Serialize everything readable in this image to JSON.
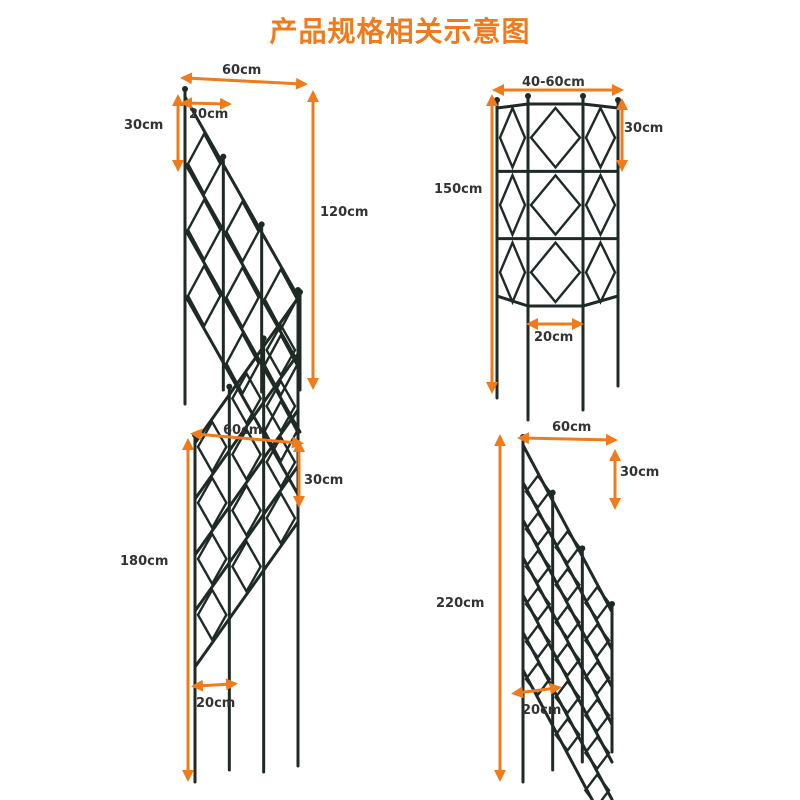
{
  "title": "产品规格相关示意图",
  "colors": {
    "accent": "#f07b1c",
    "frame": "#1f2a25",
    "text": "#333333"
  },
  "panels": [
    {
      "name": "panel-120",
      "labels": {
        "width": "60cm",
        "section": "30cm",
        "cell": "20cm",
        "height": "120cm"
      }
    },
    {
      "name": "panel-150",
      "labels": {
        "width": "40-60cm",
        "section": "30cm",
        "cell": "20cm",
        "height": "150cm"
      }
    },
    {
      "name": "panel-180",
      "labels": {
        "width": "60cm",
        "section": "30cm",
        "cell": "20cm",
        "height": "180cm"
      }
    },
    {
      "name": "panel-220",
      "labels": {
        "width": "60cm",
        "section": "30cm",
        "cell": "20cm",
        "height": "220cm"
      }
    }
  ]
}
